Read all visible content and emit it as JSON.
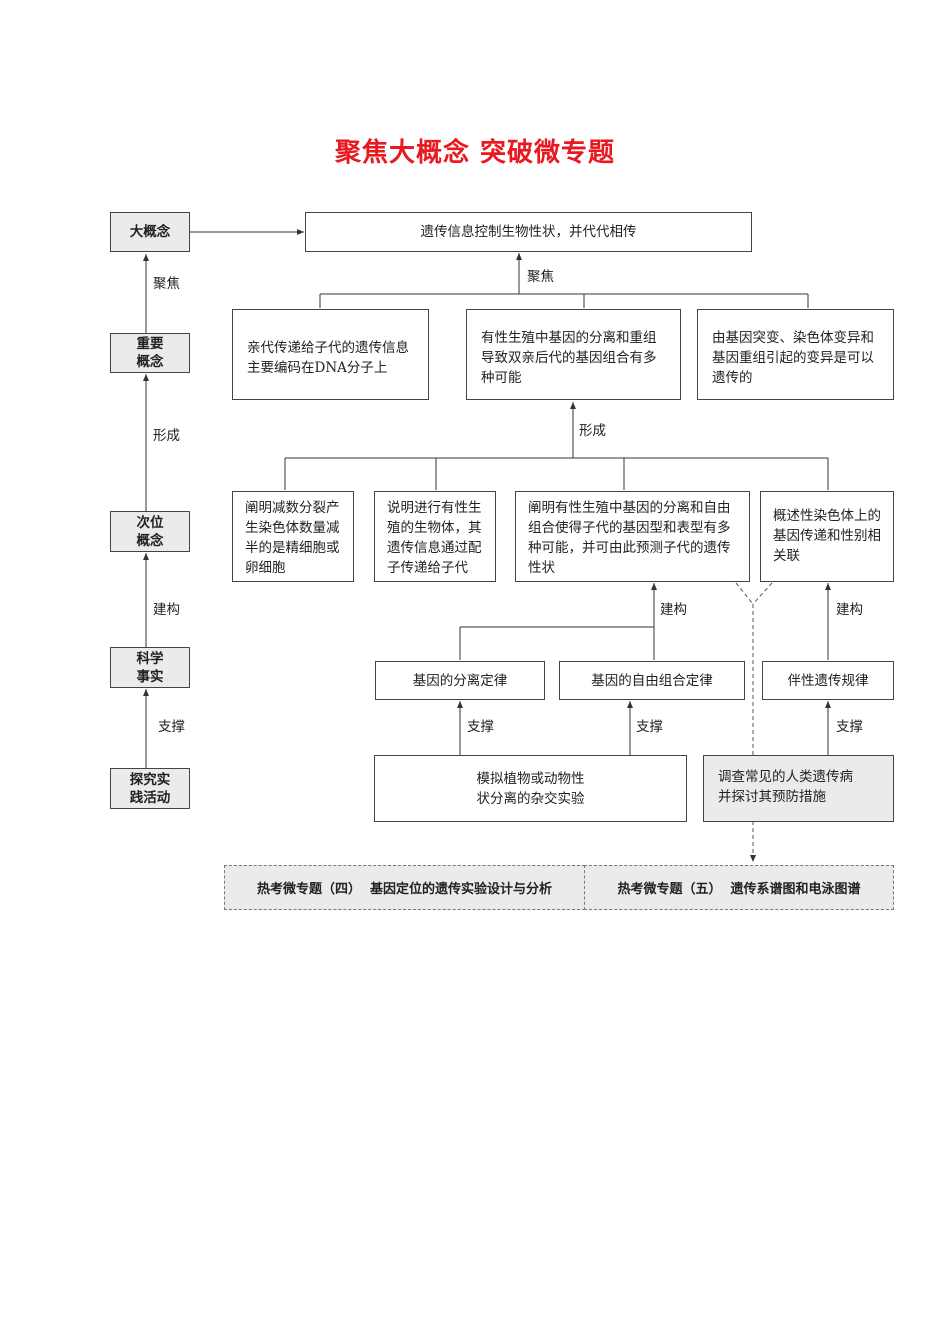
{
  "title": "聚焦大概念    突破微专题",
  "left_column": {
    "levels": [
      "大概念",
      "重要\n概念",
      "次位\n概念",
      "科学\n事实",
      "探究实\n践活动"
    ],
    "connectors": [
      "聚焦",
      "形成",
      "建构",
      "支撑"
    ]
  },
  "big_concept": "遗传信息控制生物性状，并代代相传",
  "main_connectors": {
    "focus": "聚焦",
    "form": "形成",
    "build_left": "建构",
    "build_right": "建构",
    "support_left": "支撑",
    "support_mid": "支撑",
    "support_right": "支撑"
  },
  "important_concepts": [
    "亲代传递给子代的遗传信息主要编码在DNA分子上",
    "有性生殖中基因的分离和重组导致双亲后代的基因组合有多种可能",
    "由基因突变、染色体变异和基因重组引起的变异是可以遗传的"
  ],
  "secondary_concepts": [
    "阐明减数分裂产生染色体数量减半的是精细胞或卵细胞",
    "说明进行有性生殖的生物体，其遗传信息通过配子传递给子代",
    "阐明有性生殖中基因的分离和自由组合使得子代的基因型和表型有多种可能，并可由此预测子代的遗传性状",
    "概述性染色体上的基因传递和性别相关联"
  ],
  "scientific_facts": [
    "基因的分离定律",
    "基因的自由组合定律",
    "伴性遗传规律"
  ],
  "activities": [
    "模拟植物或动物性\n状分离的杂交实验",
    "调查常见的人类遗传病\n并探讨其预防措施"
  ],
  "hot_topics": [
    "热考微专题（四）  基因定位的遗传实验设计与分析",
    "热考微专题（五）  遗传系谱图和电泳图谱"
  ]
}
